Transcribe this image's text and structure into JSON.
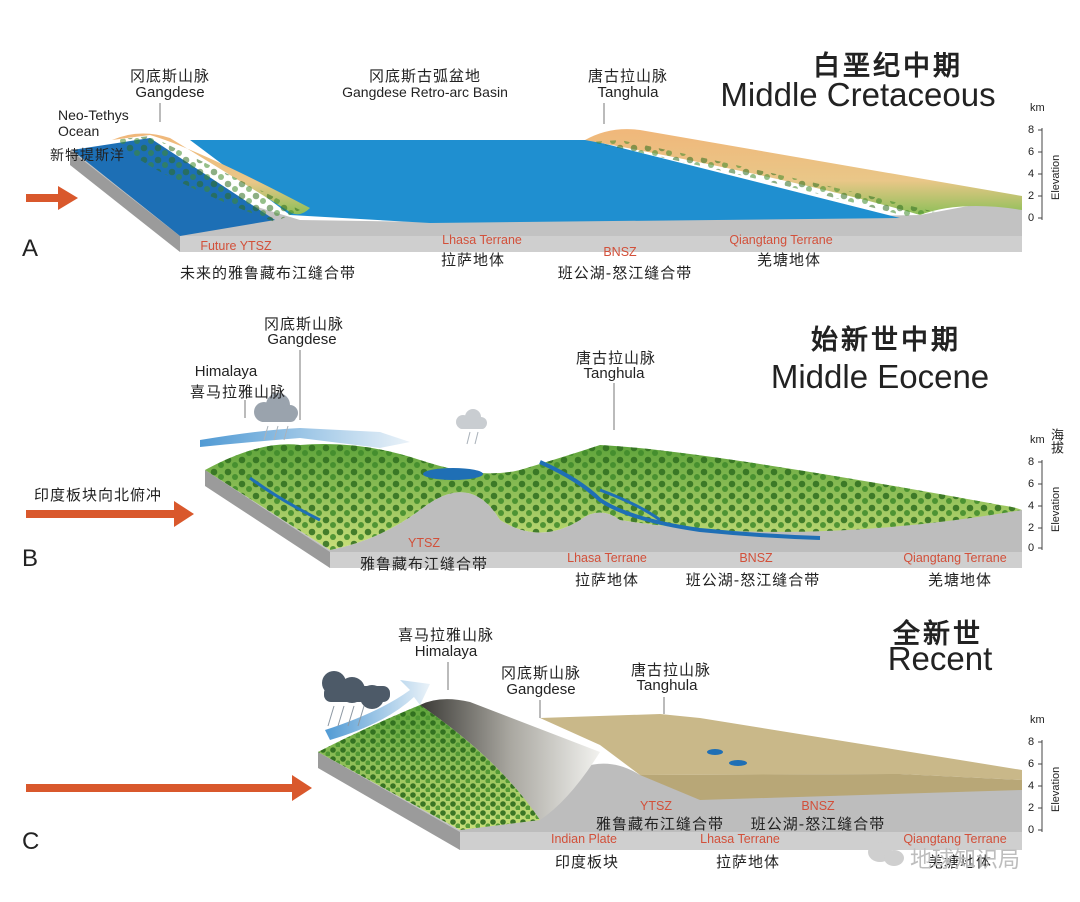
{
  "panel_a": {
    "letter": "A",
    "title_zh": "白垩纪中期",
    "title_en": "Middle Cretaceous",
    "gangdese_zh": "冈底斯山脉",
    "gangdese_en": "Gangdese",
    "basin_zh": "冈底斯古弧盆地",
    "basin_en": "Gangdese Retro-arc Basin",
    "tanghula_zh": "唐古拉山脉",
    "tanghula_en": "Tanghula",
    "ocean_en_1": "Neo-Tethys",
    "ocean_en_2": "Ocean",
    "ocean_zh": "新特提斯洋",
    "future_ytsz": "Future YTSZ",
    "lhasa": "Lhasa Terrane",
    "bnsz": "BNSZ",
    "qiangtang": "Qiangtang Terrane",
    "future_ytsz_zh": "未来的雅鲁藏布江缝合带",
    "lhasa_zh": "拉萨地体",
    "bnsz_zh": "班公湖-怒江缝合带",
    "qiangtang_zh": "羌塘地体",
    "axis_unit": "km",
    "axis_label": "Elevation",
    "ticks": [
      "8",
      "6",
      "4",
      "2",
      "0"
    ]
  },
  "panel_b": {
    "letter": "B",
    "title_zh": "始新世中期",
    "title_en": "Middle Eocene",
    "gangdese_zh": "冈底斯山脉",
    "gangdese_en": "Gangdese",
    "himalaya_en": "Himalaya",
    "himalaya_zh": "喜马拉雅山脉",
    "tanghula_zh": "唐古拉山脉",
    "tanghula_en": "Tanghula",
    "push_zh": "印度板块向北俯冲",
    "ytsz": "YTSZ",
    "lhasa": "Lhasa Terrane",
    "bnsz": "BNSZ",
    "qiangtang": "Qiangtang Terrane",
    "ytsz_zh": "雅鲁藏布江缝合带",
    "lhasa_zh": "拉萨地体",
    "bnsz_zh": "班公湖-怒江缝合带",
    "qiangtang_zh": "羌塘地体",
    "axis_unit": "km",
    "axis_unit_zh": "海拔",
    "axis_label": "Elevation",
    "ticks": [
      "8",
      "6",
      "4",
      "2",
      "0"
    ]
  },
  "panel_c": {
    "letter": "C",
    "title_zh": "全新世",
    "title_en": "Recent",
    "himalaya_zh": "喜马拉雅山脉",
    "himalaya_en": "Himalaya",
    "gangdese_zh": "冈底斯山脉",
    "gangdese_en": "Gangdese",
    "tanghula_zh": "唐古拉山脉",
    "tanghula_en": "Tanghula",
    "ytsz": "YTSZ",
    "bnsz": "BNSZ",
    "ytsz_zh": "雅鲁藏布江缝合带",
    "bnsz_zh": "班公湖-怒江缝合带",
    "indian_plate": "Indian Plate",
    "lhasa": "Lhasa Terrane",
    "qiangtang": "Qiangtang Terrane",
    "indian_plate_zh": "印度板块",
    "lhasa_zh": "拉萨地体",
    "qiangtang_zh": "羌塘地体",
    "axis_unit": "km",
    "axis_label": "Elevation",
    "ticks": [
      "8",
      "6",
      "4",
      "2",
      "0"
    ]
  },
  "watermark": "地球知识局",
  "colors": {
    "ocean": "#1f8fd0",
    "forest": "#3d8a2a",
    "sand": "#e8b87a",
    "ground": "#b5b5b5",
    "arrow": "#d9582c",
    "label_red": "#d2503a"
  }
}
